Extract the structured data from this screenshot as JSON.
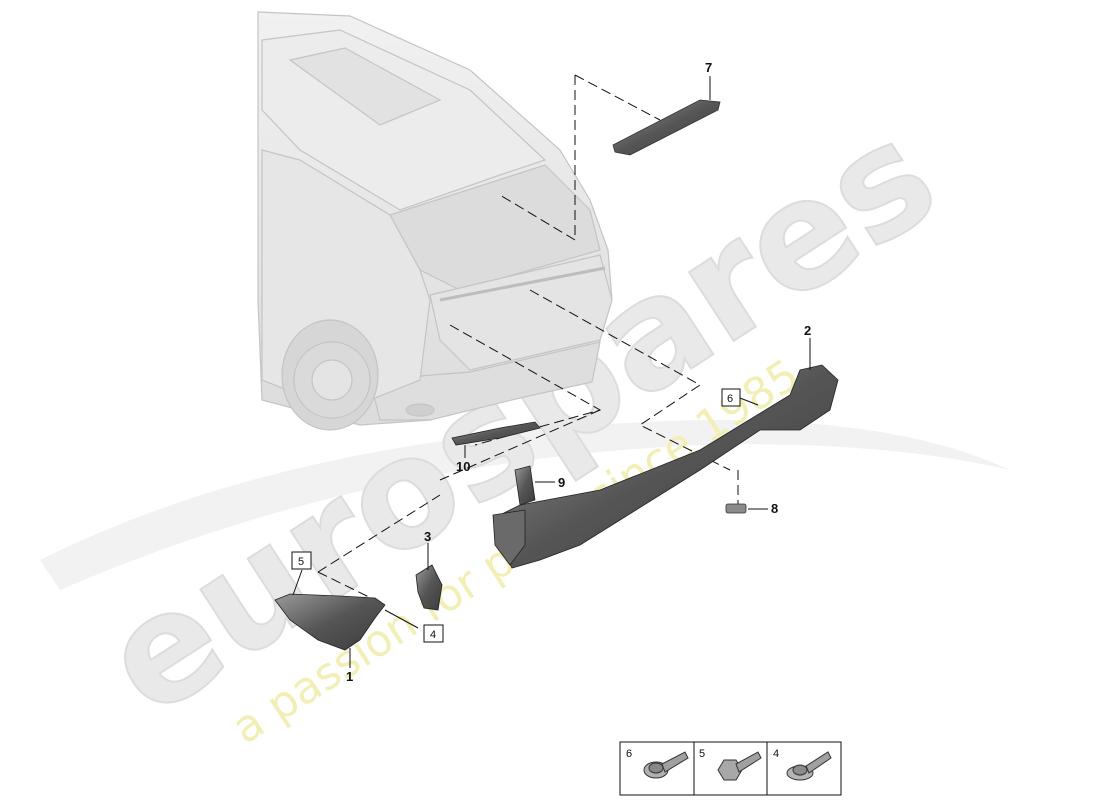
{
  "watermark": {
    "logo_text": "eurospares",
    "tagline": "a passion for parts since 1985"
  },
  "callouts": {
    "p1": "1",
    "p2": "2",
    "p3": "3",
    "p7": "7",
    "p8": "8",
    "p9": "9",
    "p10": "10"
  },
  "boxed_refs": {
    "r4": "4",
    "r5": "5",
    "r6": "6"
  },
  "legend": {
    "items": [
      {
        "number": "6",
        "icon": "flange-bolt-with-washer-icon"
      },
      {
        "number": "5",
        "icon": "hex-flange-bolt-icon"
      },
      {
        "number": "4",
        "icon": "bolt-with-washer-icon"
      }
    ]
  },
  "colors": {
    "car_body": "#e8e8e8",
    "car_outline": "#c9c9c9",
    "part_dark": "#5a5a5a",
    "part_light": "#8a8a8a",
    "leader": "#111111"
  }
}
